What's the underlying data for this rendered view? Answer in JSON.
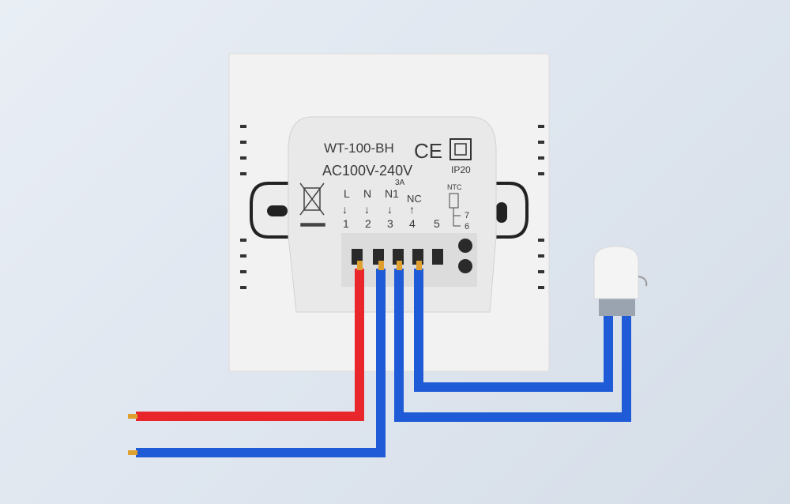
{
  "device": {
    "model": "WT-100-BH",
    "voltage": "AC100V-240V",
    "ce_mark": "CE",
    "ip_rating": "IP20",
    "current_rating": "3A",
    "ntc_label": "NTC",
    "terminals": [
      {
        "number": "1",
        "name": "L",
        "arrow": "↓"
      },
      {
        "number": "2",
        "name": "N",
        "arrow": "↓"
      },
      {
        "number": "3",
        "name": "N1",
        "arrow": "↓"
      },
      {
        "number": "4",
        "name": "NC",
        "arrow": "↑"
      },
      {
        "number": "5",
        "name": "",
        "arrow": ""
      }
    ],
    "ntc_terminals": [
      "7",
      "6"
    ]
  },
  "colors": {
    "live_wire": "#e8262b",
    "neutral_wire": "#1f5bd6",
    "plate": "#f1f1f1",
    "background": "#e1e8f0"
  }
}
